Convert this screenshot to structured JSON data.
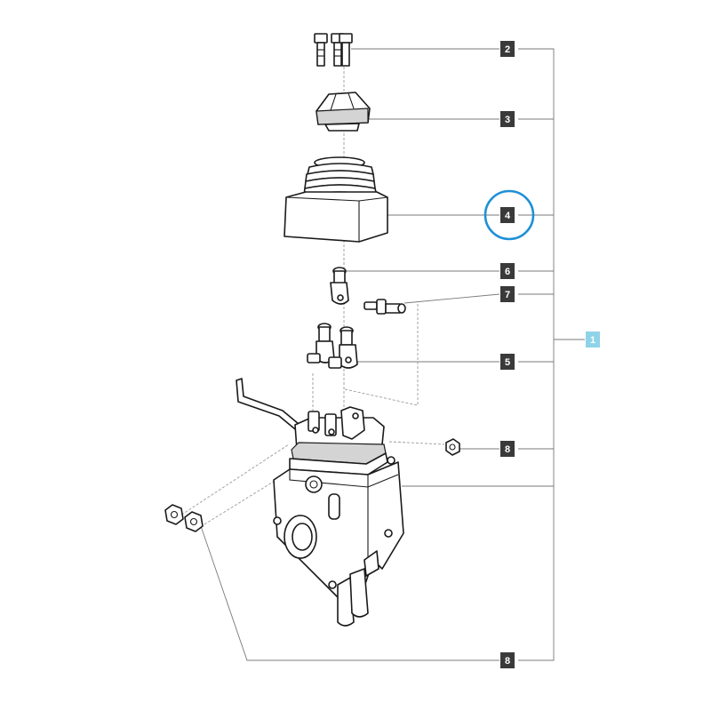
{
  "callouts": [
    {
      "id": "callout-2",
      "text": "2",
      "style": "dark"
    },
    {
      "id": "callout-3",
      "text": "3",
      "style": "dark"
    },
    {
      "id": "callout-4",
      "text": "4",
      "style": "dark",
      "highlighted": true
    },
    {
      "id": "callout-6",
      "text": "6",
      "style": "dark"
    },
    {
      "id": "callout-7",
      "text": "7",
      "style": "dark"
    },
    {
      "id": "callout-5",
      "text": "5",
      "style": "dark"
    },
    {
      "id": "callout-8a",
      "text": "8",
      "style": "dark"
    },
    {
      "id": "callout-8b",
      "text": "8",
      "style": "dark"
    },
    {
      "id": "callout-1",
      "text": "1",
      "style": "assembly"
    }
  ],
  "colors": {
    "callout_dark": "#3a3a3a",
    "callout_text": "#ffffff",
    "assembly_fill": "#8fd3e8",
    "assembly_text": "#ffffff",
    "highlight_ring": "#1e90d6",
    "line": "#1a1a1a"
  }
}
